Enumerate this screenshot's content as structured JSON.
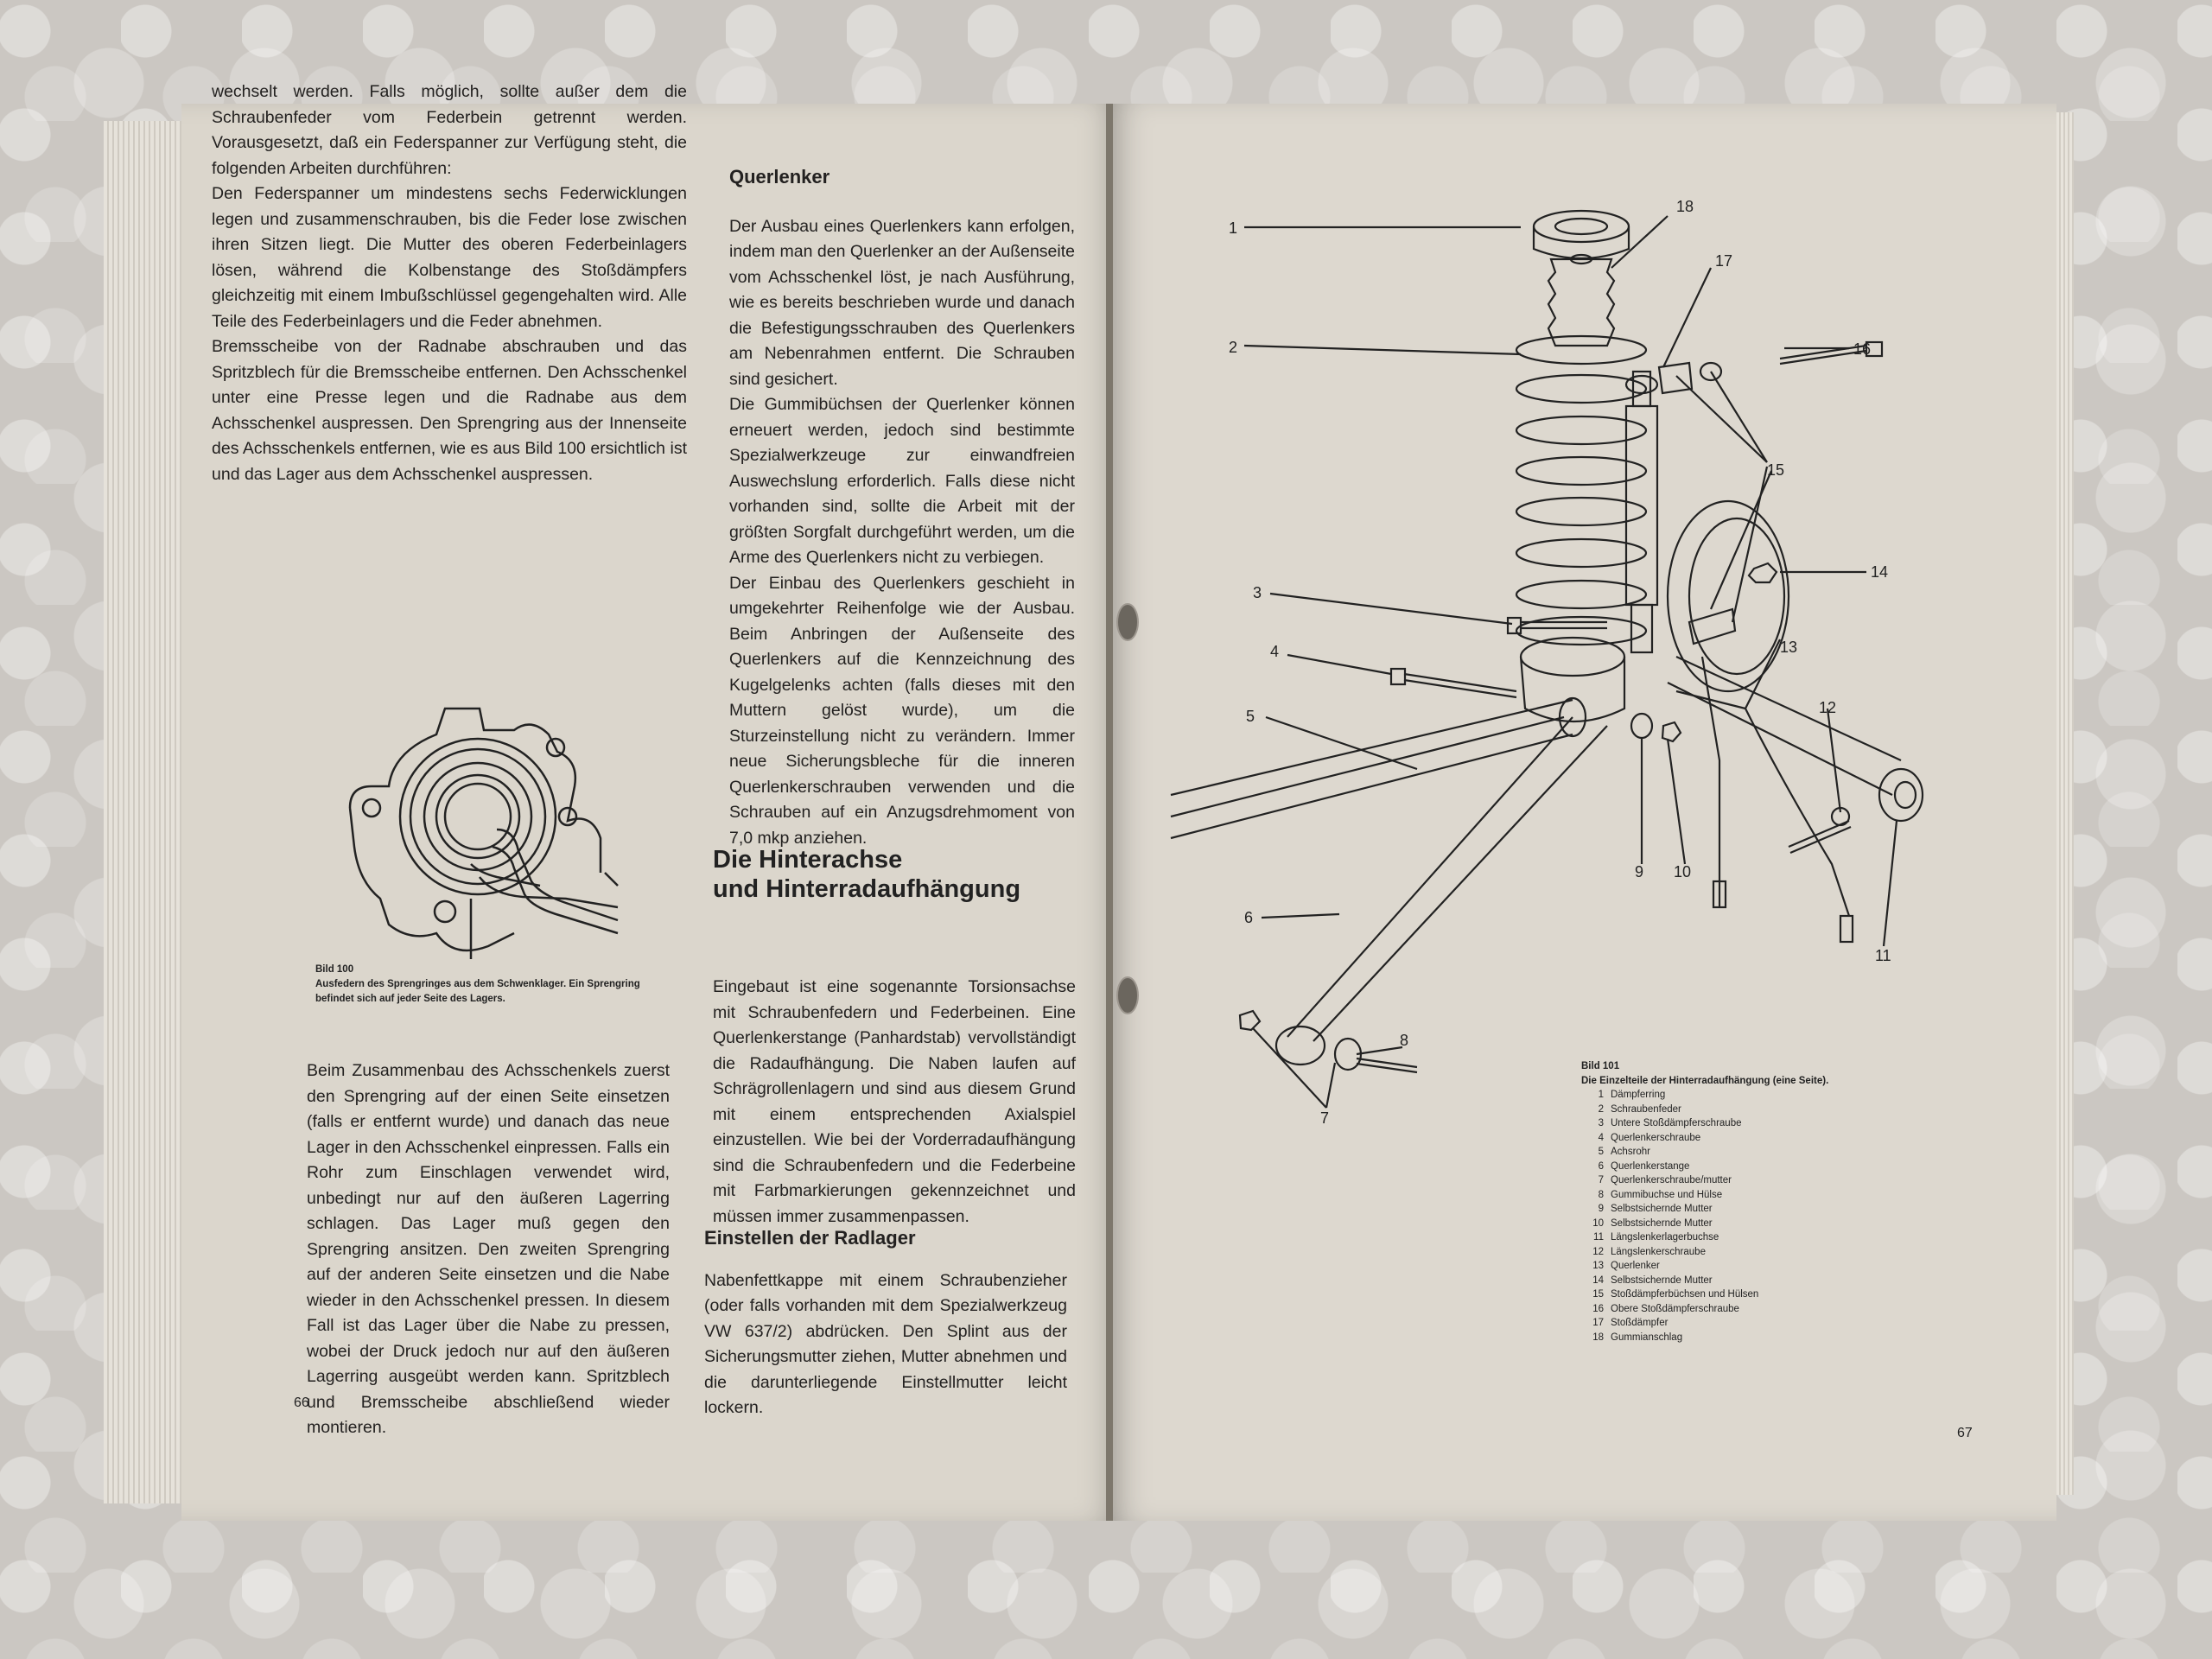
{
  "left_page": {
    "page_number": "66",
    "col1_paragraphs": [
      "wechselt werden. Falls möglich, sollte außer dem die Schraubenfeder vom Federbein getrennt werden. Vorausgesetzt, daß ein Federspanner zur Verfügung steht, die folgenden Arbeiten durchführen:",
      "Den Federspanner um mindestens sechs Federwicklungen legen und zusammenschrauben, bis die Feder lose zwischen ihren Sitzen liegt. Die Mutter des oberen Federbeinlagers lösen, während die Kolbenstange des Stoßdämpfers gleichzeitig mit einem Imbußschlüssel gegengehalten wird. Alle Teile des Federbeinlagers und die Feder abnehmen.",
      "Bremsscheibe von der Radnabe abschrauben und das Spritzblech für die Bremsscheibe entfernen. Den Achsschenkel unter eine Presse legen und die Radnabe aus dem Achsschenkel auspressen. Den Sprengring aus der Innenseite des Achsschenkels entfernen, wie es aus Bild 100 ersichtlich ist und das Lager aus dem Achsschenkel auspressen."
    ],
    "fig100_caption_title": "Bild 100",
    "fig100_caption_text": "Ausfedern des Sprengringes aus dem Schwenklager. Ein Sprengring befindet sich auf jeder Seite des Lagers.",
    "col1_bottom": "Beim Zusammenbau des Achsschenkels zuerst den Sprengring auf der einen Seite einsetzen (falls er entfernt wurde) und danach das neue Lager in den Achsschenkel einpressen. Falls ein Rohr zum Einschlagen verwendet wird, unbedingt nur auf den äußeren Lagerring schlagen. Das Lager muß gegen den Sprengring ansitzen. Den zweiten Sprengring auf der anderen Seite einsetzen und die Nabe wieder in den Achsschenkel pressen. In diesem Fall ist das Lager über die Nabe zu pressen, wobei der Druck jedoch nur auf den äußeren Lagerring ausgeübt werden kann. Spritzblech und Bremsscheibe abschließend wieder montieren.",
    "querlenker_heading": "Querlenker",
    "querlenker_paragraphs": [
      "Der Ausbau eines Querlenkers kann erfolgen, indem man den Querlenker an der Außenseite vom Achsschenkel löst, je nach Ausführung, wie es bereits beschrieben wurde und danach die Befestigungsschrauben des Querlenkers am Nebenrahmen entfernt. Die Schrauben sind gesichert.",
      "Die Gummibüchsen der Querlenker können erneuert werden, jedoch sind bestimmte Spezialwerkzeuge zur einwandfreien Auswechslung erforderlich. Falls diese nicht vorhanden sind, sollte die Arbeit mit der größten Sorgfalt durchgeführt werden, um die Arme des Querlenkers nicht zu verbiegen.",
      "Der Einbau des Querlenkers geschieht in umgekehrter Reihenfolge wie der Ausbau. Beim Anbringen der Außenseite des Querlenkers auf die Kennzeichnung des Kugelgelenks achten (falls dieses mit den Muttern gelöst wurde), um die Sturzeinstellung nicht zu verändern. Immer neue Sicherungsbleche für die inneren Querlenkerschrauben verwenden und die Schrauben auf ein Anzugsdrehmoment von 7,0 mkp anziehen."
    ],
    "section_heading_line1": "Die Hinterachse",
    "section_heading_line2": "und Hinterradaufhängung",
    "hinterachse_text": "Eingebaut ist eine sogenannte Torsionsachse mit Schraubenfedern und Federbeinen. Eine Querlenkerstange (Panhardstab) vervollständigt die Radaufhängung. Die Naben laufen auf Schrägrollenlagern und sind aus diesem Grund mit einem entsprechenden Axialspiel einzustellen. Wie bei der Vorderradaufhängung sind die Schraubenfedern und die Federbeine mit Farbmarkierungen gekennzeichnet und müssen immer zusammenpassen.",
    "radlager_heading": "Einstellen der Radlager",
    "radlager_text": "Nabenfettkappe mit einem Schraubenzieher (oder falls vorhanden mit dem Spezialwerkzeug VW 637/2) abdrücken. Den Splint aus der Sicherungsmutter ziehen, Mutter abnehmen und die darunterliegende Einstellmutter leicht lockern."
  },
  "right_page": {
    "page_number": "67",
    "fig101_caption_title": "Bild 101",
    "fig101_caption_subtitle": "Die Einzelteile der Hinterradaufhängung (eine Seite).",
    "legend": [
      {
        "n": "1",
        "t": "Dämpferring"
      },
      {
        "n": "2",
        "t": "Schraubenfeder"
      },
      {
        "n": "3",
        "t": "Untere Stoßdämpferschraube"
      },
      {
        "n": "4",
        "t": "Querlenkerschraube"
      },
      {
        "n": "5",
        "t": "Achsrohr"
      },
      {
        "n": "6",
        "t": "Querlenkerstange"
      },
      {
        "n": "7",
        "t": "Querlenkerschraube/mutter"
      },
      {
        "n": "8",
        "t": "Gummibuchse und Hülse"
      },
      {
        "n": "9",
        "t": "Selbstsichernde Mutter"
      },
      {
        "n": "10",
        "t": "Selbstsichernde Mutter"
      },
      {
        "n": "11",
        "t": "Längslenkerlagerbuchse"
      },
      {
        "n": "12",
        "t": "Längslenkerschraube"
      },
      {
        "n": "13",
        "t": "Querlenker"
      },
      {
        "n": "14",
        "t": "Selbstsichernde Mutter"
      },
      {
        "n": "15",
        "t": "Stoßdämpferbüchsen und Hülsen"
      },
      {
        "n": "16",
        "t": "Obere Stoßdämpferschraube"
      },
      {
        "n": "17",
        "t": "Stoßdämpfer"
      },
      {
        "n": "18",
        "t": "Gummianschlag"
      }
    ],
    "diagram_labels": {
      "l1": "1",
      "l2": "2",
      "l3": "3",
      "l4": "4",
      "l5": "5",
      "l6": "6",
      "l7": "7",
      "l8": "8",
      "l9": "9",
      "l10": "10",
      "l11": "11",
      "l12": "12",
      "l13": "13",
      "l14": "14",
      "l15": "15",
      "l16": "16",
      "l17": "17",
      "l18": "18"
    }
  }
}
